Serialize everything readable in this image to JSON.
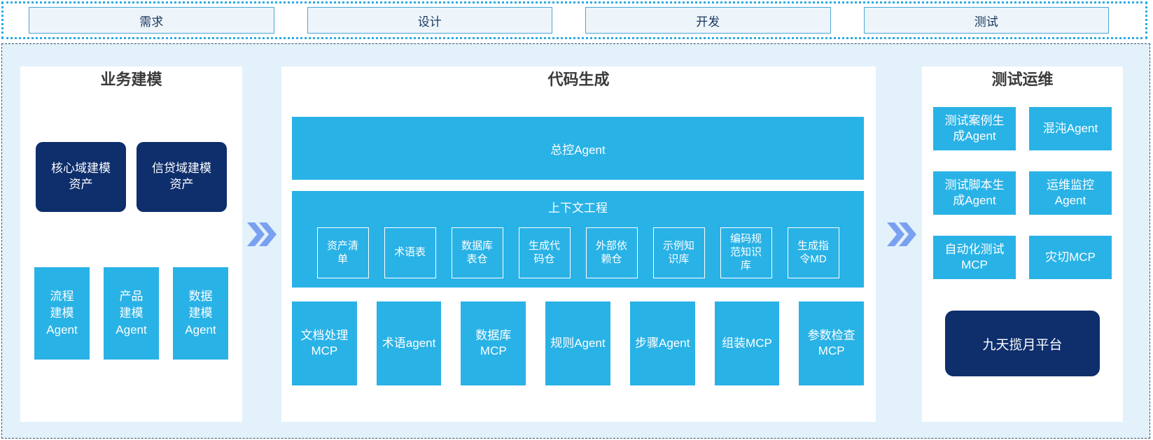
{
  "colors": {
    "cyan": "#29B2E6",
    "navy": "#0E2E6C",
    "area-bg": "#E3F1FB",
    "dash-border": "#33536E",
    "dot-border": "#2AACE3",
    "phase-fill": "#EEF5FA",
    "phase-border": "#4BA5D8",
    "phase-text": "#17375E",
    "title-text": "#3A3A3A",
    "chevron": "#7AA1F1",
    "page-bg": "#FFFFFF"
  },
  "phases": [
    {
      "label": "需求"
    },
    {
      "label": "设计"
    },
    {
      "label": "开发"
    },
    {
      "label": "测试"
    }
  ],
  "business_modeling": {
    "title": "业务建模",
    "assets": [
      "核心域建模\n资产",
      "信贷域建模\n资产"
    ],
    "agents": [
      "流程\n建模\nAgent",
      "产品\n建模\nAgent",
      "数据\n建模\nAgent"
    ]
  },
  "code_generation": {
    "title": "代码生成",
    "master_agent": "总控Agent",
    "context_engineering": {
      "title": "上下文工程",
      "items": [
        "资产清\n单",
        "术语表",
        "数据库\n表仓",
        "生成代\n码仓",
        "外部依\n赖仓",
        "示例知\n识库",
        "编码规\n范知识\n库",
        "生成指\n令MD"
      ]
    },
    "tools": [
      "文档处理\nMCP",
      "术语agent",
      "数据库\nMCP",
      "规则Agent",
      "步骤Agent",
      "组装MCP",
      "参数检查\nMCP"
    ]
  },
  "test_ops": {
    "title": "测试运维",
    "boxes": [
      "测试案例生\n成Agent",
      "混沌Agent",
      "测试脚本生\n成Agent",
      "运维监控\nAgent",
      "自动化测试\nMCP",
      "灾切MCP"
    ],
    "platform": "九天揽月平台"
  }
}
